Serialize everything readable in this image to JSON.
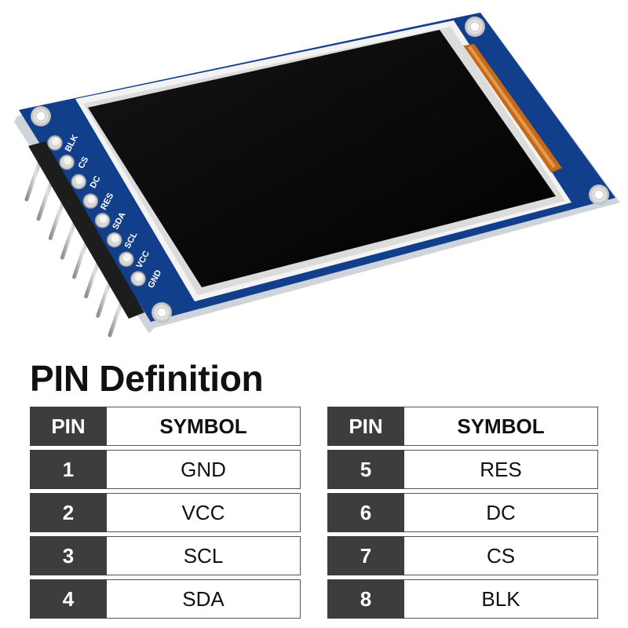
{
  "title": "PIN Definition",
  "board": {
    "pin_labels": [
      "GND",
      "VCC",
      "SCL",
      "SDA",
      "RES",
      "DC",
      "CS",
      "BLK"
    ],
    "colors": {
      "pcb": "#123f8c",
      "pcb_edge": "#0b2d66",
      "screen": "#050505",
      "bezel": "#f3f3f3",
      "flex_cable": "#c46a1a",
      "header_pins": "#b9b9b9"
    }
  },
  "tables": [
    {
      "header": {
        "pin": "PIN",
        "symbol": "SYMBOL"
      },
      "rows": [
        {
          "pin": "1",
          "symbol": "GND"
        },
        {
          "pin": "2",
          "symbol": "VCC"
        },
        {
          "pin": "3",
          "symbol": "SCL"
        },
        {
          "pin": "4",
          "symbol": "SDA"
        }
      ]
    },
    {
      "header": {
        "pin": "PIN",
        "symbol": "SYMBOL"
      },
      "rows": [
        {
          "pin": "5",
          "symbol": "RES"
        },
        {
          "pin": "6",
          "symbol": "DC"
        },
        {
          "pin": "7",
          "symbol": "CS"
        },
        {
          "pin": "8",
          "symbol": "BLK"
        }
      ]
    }
  ]
}
